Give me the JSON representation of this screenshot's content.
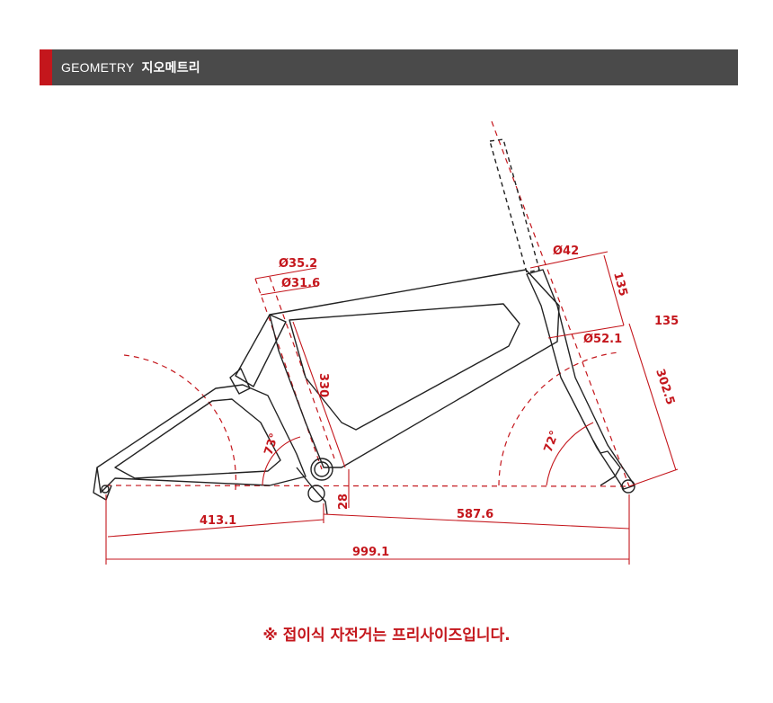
{
  "header": {
    "title_en": "GEOMETRY",
    "title_ko": "지오메트리",
    "accent_color": "#c4161c",
    "bar_color": "#4a4a4a"
  },
  "diagram": {
    "line_color": "#222222",
    "dimension_color": "#c4161c",
    "labels": {
      "seatpost_outer_diameter": "Ø35.2",
      "seatpost_inner_diameter": "Ø31.6",
      "seat_tube_length": "330",
      "seat_angle": "73°",
      "head_tube_upper_diameter": "Ø42",
      "head_tube_length": "135",
      "head_tube_length_side": "135",
      "head_tube_lower_diameter": "Ø52.1",
      "fork_length": "302.5",
      "head_angle": "72°",
      "bb_drop": "28",
      "chainstay_length": "413.1",
      "front_center": "587.6",
      "wheelbase": "999.1"
    }
  },
  "note": "※ 접이식 자전거는 프리사이즈입니다."
}
